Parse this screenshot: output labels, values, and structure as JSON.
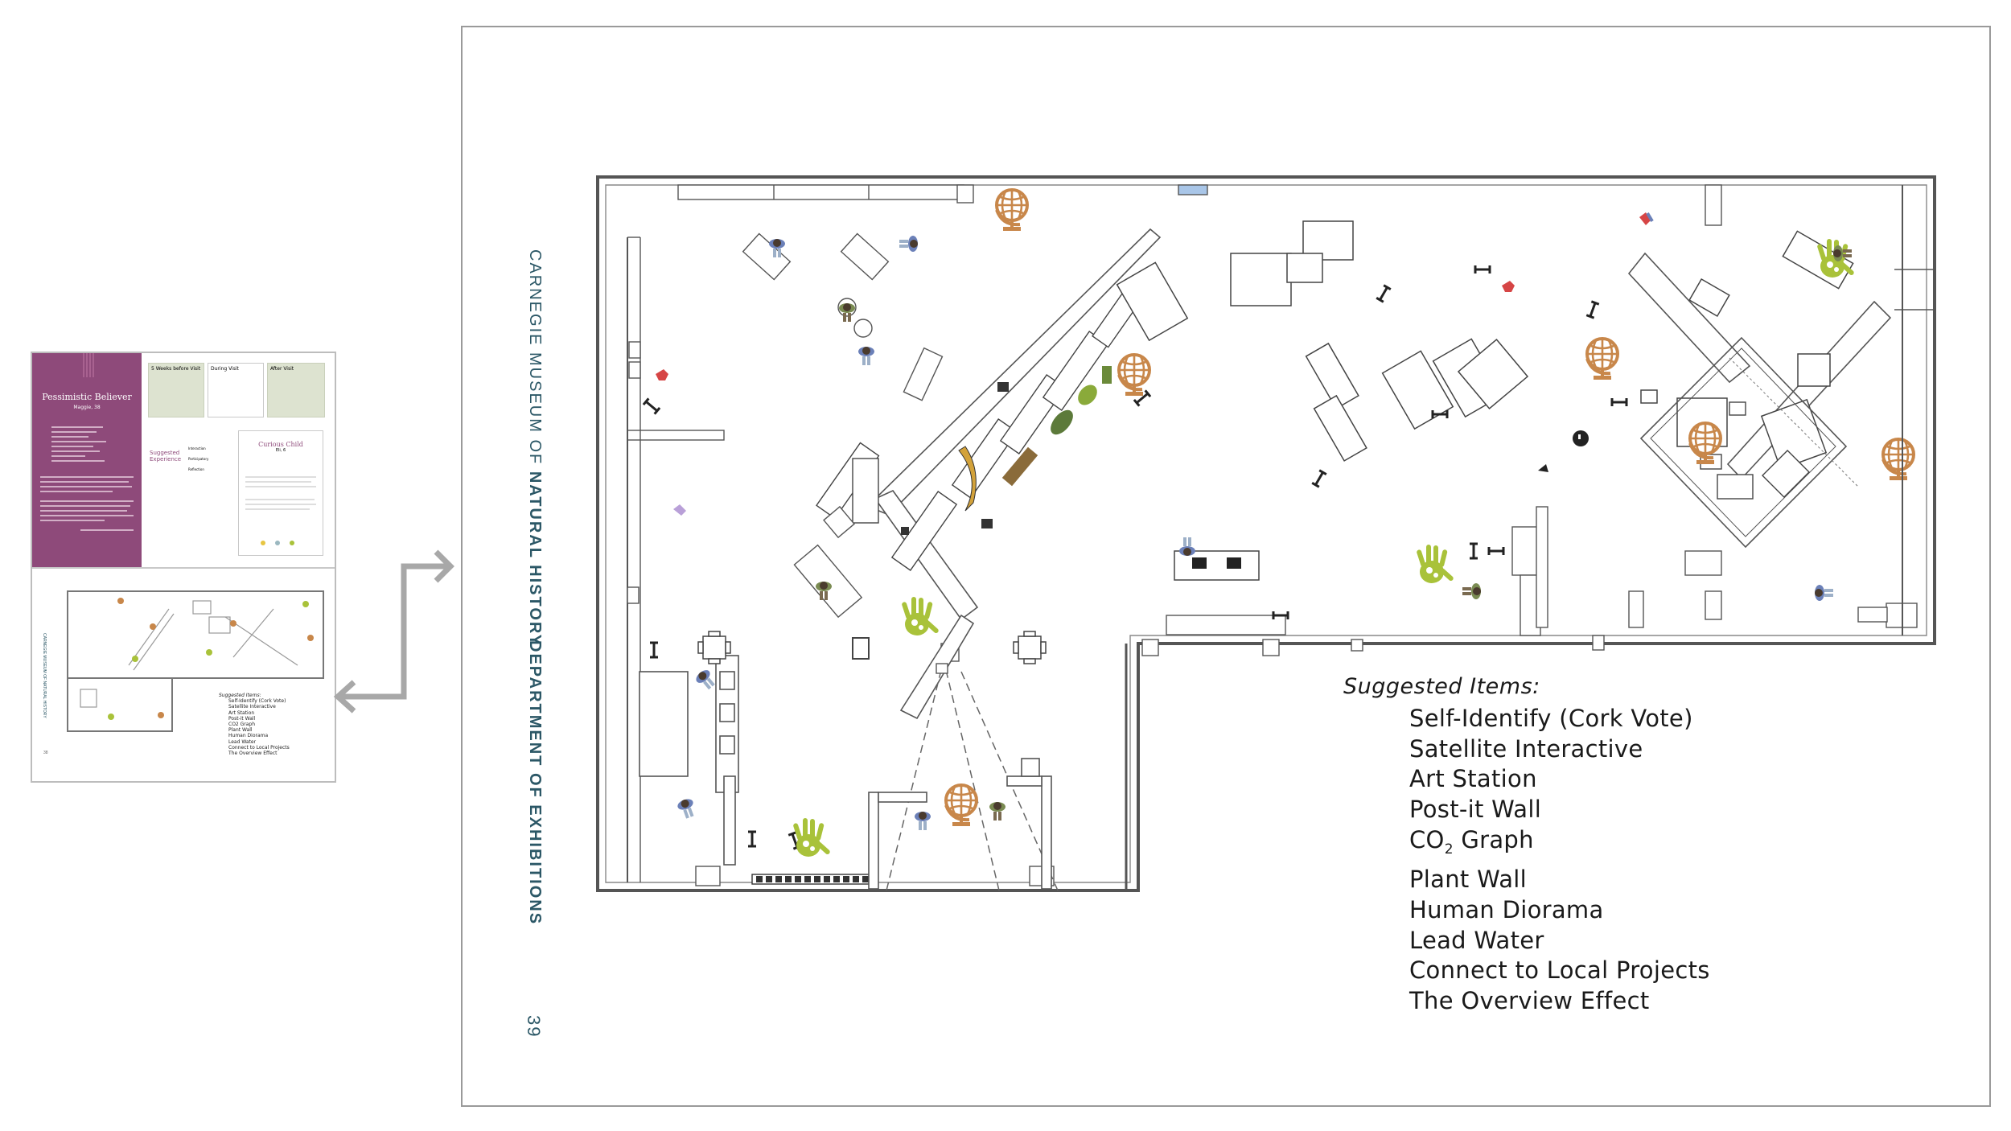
{
  "thumbnail": {
    "persona_title": "Pessimistic Believer",
    "persona_name": "Maggie, 38",
    "step1": "5 Weeks before Visit",
    "step2": "During Visit",
    "step3": "After Visit",
    "suggested_label": "Suggested Experience",
    "card_title": "Curious Child",
    "card_sub": "Eli, 6",
    "legend": [
      "Interaction",
      "Participatory",
      "Reflection"
    ],
    "items": [
      "Suggested Items:",
      "Self-Identify (Cork Vote)",
      "Satellite Interactive",
      "Art Station",
      "Post-it Wall",
      "CO2 Graph",
      "Plant Wall",
      "Human Diorama",
      "Lead Water",
      "Connect to Local Projects",
      "The Overview Effect"
    ],
    "page_number": "38"
  },
  "page": {
    "museum_prefix": "CARNEGIE MUSEUM OF",
    "museum_suffix": "NATURAL HISTORY",
    "department": "DEPARTMENT OF EXHIBITIONS",
    "page_number": "39"
  },
  "suggested": {
    "title": "Suggested Items:",
    "items": [
      "Self-Identify (Cork Vote)",
      "Satellite Interactive",
      "Art Station",
      "Post-it Wall"
    ],
    "co2_pre": "CO",
    "co2_sub": "2",
    "co2_post": " Graph",
    "items_after": [
      "Plant Wall",
      "Human Diorama",
      "Lead Water",
      "Connect to Local Projects",
      "The Overview Effect"
    ]
  },
  "colors": {
    "persona_bg": "#8e4a7a",
    "globe": "#c8874a",
    "hand": "#a9c23a",
    "vertical_text": "#2b5766",
    "arrow": "#a8a8a8"
  }
}
